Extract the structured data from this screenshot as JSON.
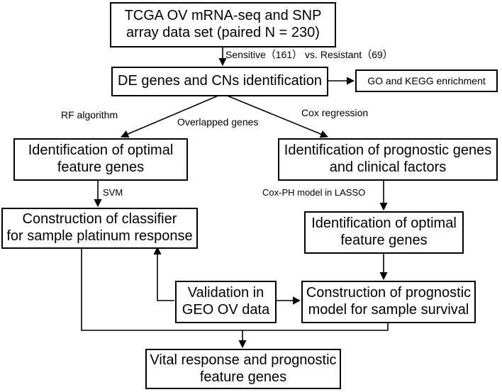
{
  "boxes": {
    "tcga": [
      "TCGA OV mRNA-seq and SNP",
      "array data set (paired N = 230)"
    ],
    "de_cns": [
      "DE genes and CNs identification"
    ],
    "go_kegg": [
      "GO and KEGG enrichment"
    ],
    "optimal_left": [
      "Identification of optimal",
      "feature genes"
    ],
    "prognostic_genes": [
      "Identification of prognostic genes",
      "and clinical factors"
    ],
    "classifier": [
      "Construction of classifier",
      "for sample platinum response"
    ],
    "optimal_right": [
      "Identification of optimal",
      "feature genes"
    ],
    "validation": [
      "Validation in",
      "GEO OV data"
    ],
    "prognostic_model": [
      "Construction of prognostic",
      "model for sample survival"
    ],
    "vital": [
      "Vital response and prognostic",
      "feature genes"
    ]
  },
  "labels": {
    "sensitive_vs_resistant": "Sensitive（161） vs. Resistant（69）",
    "rf_algorithm": "RF algorithm",
    "overlapped_genes": "Overlapped genes",
    "cox_regression": "Cox regression",
    "svm": "SVM",
    "cox_ph_lasso": "Cox-PH model in LASSO"
  }
}
